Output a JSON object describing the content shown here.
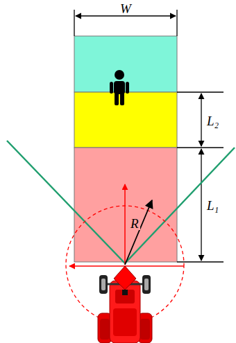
{
  "diagram": {
    "labels": [
      "W",
      "L₂",
      "L₁",
      "R"
    ]
  }
}
